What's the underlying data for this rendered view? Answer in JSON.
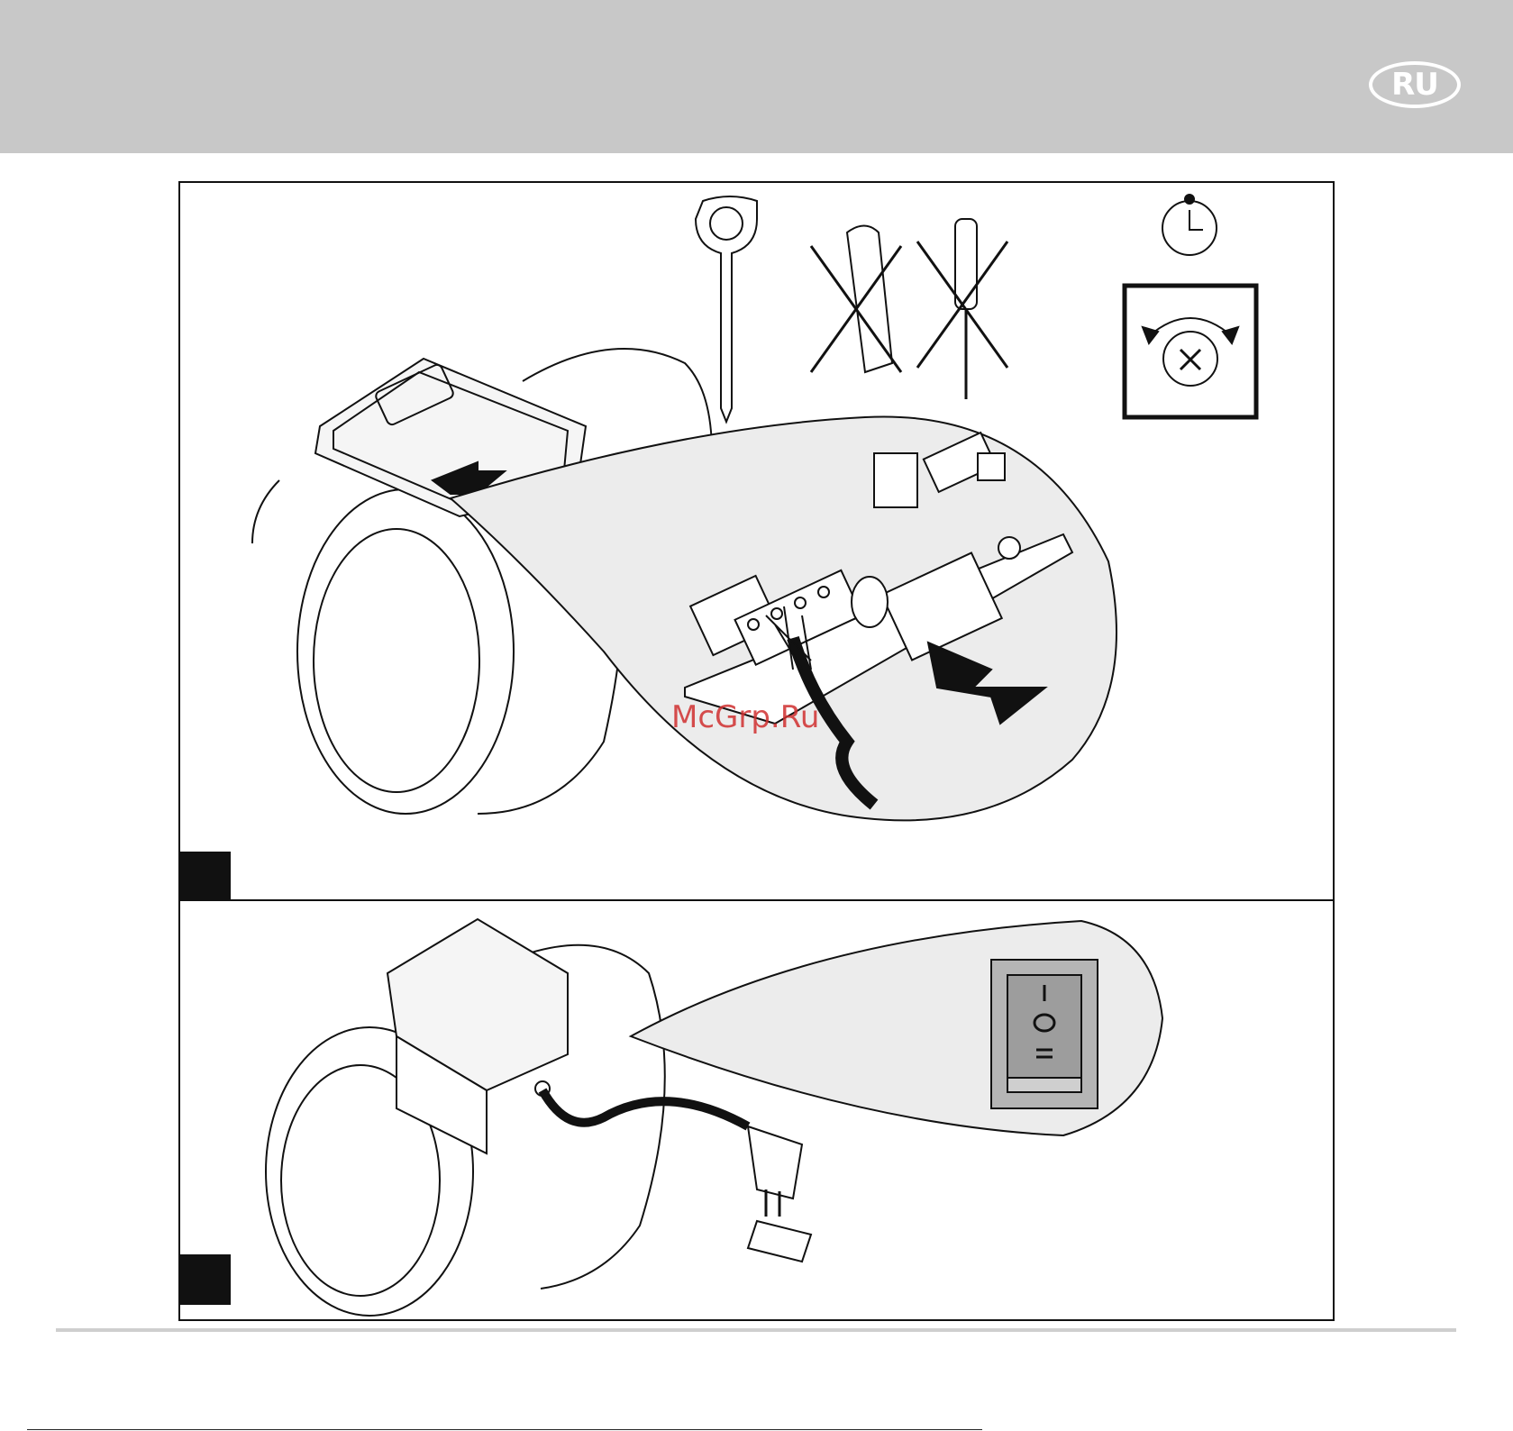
{
  "header": {
    "language_badge": "RU",
    "band_color": "#c8c8c8"
  },
  "panels": [
    {
      "id": "installation-wiring",
      "tools": [
        "key-tool",
        "utility-knife-crossed",
        "screwdriver-crossed",
        "alarm-clock",
        "rotate-screw-box"
      ]
    },
    {
      "id": "power-connection",
      "switch_labels": [
        "I",
        "O",
        "II"
      ]
    }
  ],
  "watermark": "McGrp.Ru"
}
